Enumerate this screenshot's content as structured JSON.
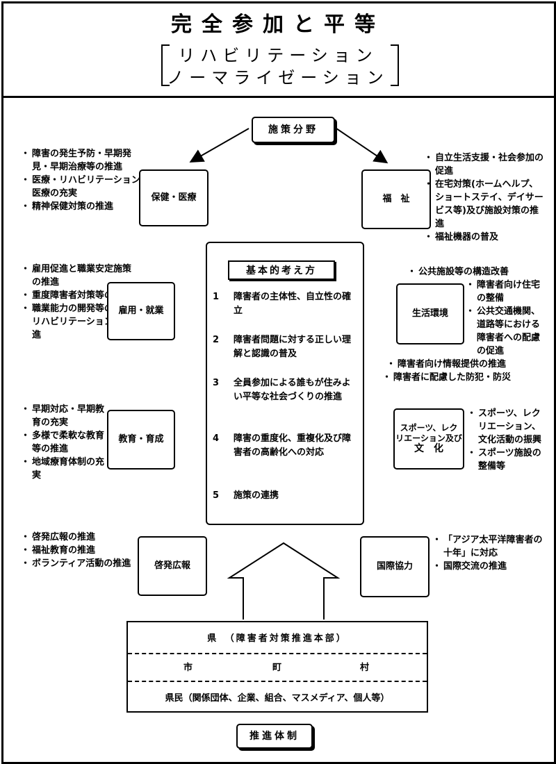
{
  "header": {
    "title": "完全参加と平等",
    "subtitle_line1": "リハビリテーション",
    "subtitle_line2": "ノーマライゼーション"
  },
  "policy_field": {
    "label": "施策分野"
  },
  "fields": {
    "health": {
      "label": "保健・医療",
      "bullets": [
        "障害の発生予防・早期発見・早期治療等の推進",
        "医療・リハビリテーション医療の充実",
        "精神保健対策の推進"
      ]
    },
    "welfare": {
      "label": "福　祉",
      "bullets": [
        "自立生活支援・社会参加の促進",
        "在宅対策(ホームヘルプ、ショートステイ、デイサービス等)及び施設対策の推進",
        "福祉機器の普及"
      ]
    },
    "employment": {
      "label": "雇用・就業",
      "bullets": [
        "雇用促進と職業安定施策の推進",
        "重度障害者対策等の推進",
        "職業能力の開発等の職業リハビリテーションの推進"
      ]
    },
    "environment": {
      "label": "生活環境",
      "bullets": [
        "公共施設等の構造改善",
        "障害者向け住宅の整備",
        "公共交通機関、道路等における障害者への配慮の促進",
        "障害者向け情報提供の推進",
        "障害者に配慮した防犯・防災"
      ]
    },
    "education": {
      "label": "教育・育成",
      "bullets": [
        "早期対応・早期教育の充実",
        "多様で柔軟な教育等の推進",
        "地域療育体制の充実"
      ]
    },
    "sports": {
      "label_line1": "スポーツ、レク",
      "label_line2": "リエーション及び",
      "label_line3": "文　化",
      "bullets": [
        "スポーツ、レクリエーション、文化活動の振興",
        "スポーツ施設の整備等"
      ]
    },
    "awareness": {
      "label": "啓発広報",
      "bullets": [
        "啓発広報の推進",
        "福祉教育の推進",
        "ボランティア活動の推進"
      ]
    },
    "international": {
      "label": "国際協力",
      "bullets": [
        "「アジア太平洋障害者の十年」に対応",
        "国際交流の推進"
      ]
    }
  },
  "basic_approach": {
    "title": "基本的考え方",
    "items": [
      {
        "num": "1",
        "text": "障害者の主体性、自立性の確立"
      },
      {
        "num": "2",
        "text": "障害者問題に対する正しい理解と認識の普及"
      },
      {
        "num": "3",
        "text": "全員参加による誰もが住みよい平等な社会づくりの推進"
      },
      {
        "num": "4",
        "text": "障害の重度化、重複化及び障害者の高齢化への対応"
      },
      {
        "num": "5",
        "text": "施策の連携"
      }
    ]
  },
  "organization": {
    "prefecture": "県　（障害者対策推進本部）",
    "municipality_1": "市",
    "municipality_2": "町",
    "municipality_3": "村",
    "citizens": "県民（関係団体、企業、組合、マスメディア、個人等）",
    "label": "推進体制"
  }
}
